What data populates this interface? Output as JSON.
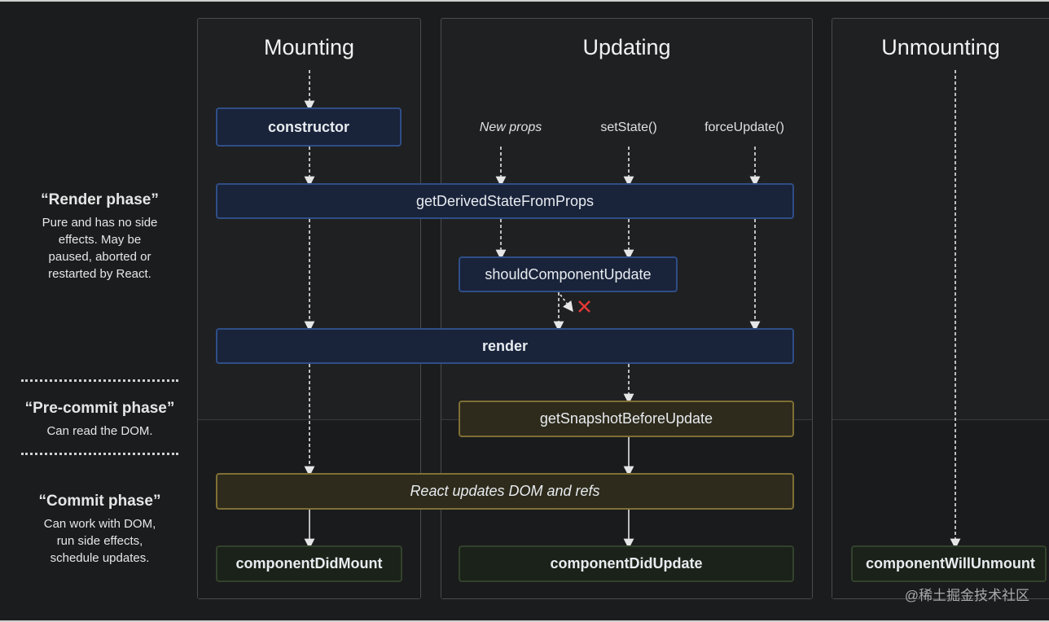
{
  "columns": {
    "mounting": {
      "title": "Mounting"
    },
    "updating": {
      "title": "Updating",
      "triggers": [
        "New props",
        "setState()",
        "forceUpdate()"
      ]
    },
    "unmounting": {
      "title": "Unmounting"
    }
  },
  "phases": {
    "render": {
      "title": "“Render phase”",
      "desc": [
        "Pure and has no side",
        "effects. May be",
        "paused, aborted or",
        "restarted by React."
      ]
    },
    "precommit": {
      "title": "“Pre-commit phase”",
      "desc": [
        "Can read the DOM."
      ]
    },
    "commit": {
      "title": "“Commit phase”",
      "desc": [
        "Can work with DOM,",
        "run side effects,",
        "schedule updates."
      ]
    }
  },
  "nodes": {
    "constructor": "constructor",
    "gdsfp": "getDerivedStateFromProps",
    "scu": "shouldComponentUpdate",
    "render": "render",
    "gsbu": "getSnapshotBeforeUpdate",
    "react_updates": "React updates DOM and refs",
    "cdm": "componentDidMount",
    "cdu": "componentDidUpdate",
    "cwu": "componentWillUnmount"
  },
  "watermark": "@稀土掘金技术社区",
  "colors": {
    "background": "#1b1c1e",
    "render_box_border": "#2f4e86",
    "commit_box_border": "#7f6f35",
    "lifecycle_box_border": "#33422c",
    "reject_mark": "#e53935"
  }
}
